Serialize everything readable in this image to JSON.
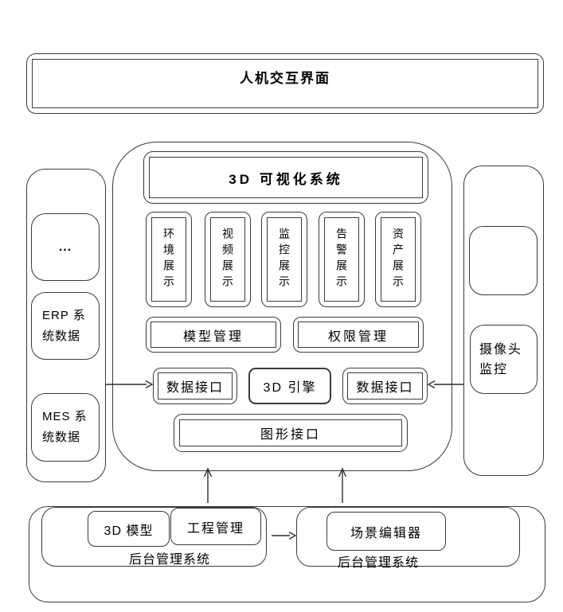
{
  "colors": {
    "line": "#3a3a3a",
    "text": "#000000",
    "background": "#ffffff"
  },
  "top_panel": {
    "title": "人机交互界面"
  },
  "left_panel": {
    "boxes": [
      {
        "label": "..."
      },
      {
        "label": "ERP 系\n统数据"
      },
      {
        "label": "MES 系\n统数据"
      }
    ]
  },
  "center_panel": {
    "title": "3D 可视化系统",
    "display_boxes": [
      {
        "label": "环境展示"
      },
      {
        "label": "视频展示"
      },
      {
        "label": "监控展示"
      },
      {
        "label": "告警展示"
      },
      {
        "label": "资产展示"
      }
    ],
    "management_boxes": [
      {
        "label": "模型管理"
      },
      {
        "label": "权限管理"
      }
    ],
    "interface_row": [
      {
        "label": "数据接口"
      },
      {
        "label": "3D 引擎"
      },
      {
        "label": "数据接口"
      }
    ],
    "graphics_box": {
      "label": "图形接口"
    }
  },
  "right_panel": {
    "boxes": [
      {
        "label": ""
      },
      {
        "label": "摄像头\n监控"
      }
    ]
  },
  "bottom_panel": {
    "left_group": {
      "boxes": [
        {
          "label": "3D 模型"
        },
        {
          "label": "工程管理"
        }
      ],
      "caption": "后台管理系统"
    },
    "right_group": {
      "boxes": [
        {
          "label": "场景编辑器"
        }
      ],
      "caption": "后台管理系统"
    }
  }
}
